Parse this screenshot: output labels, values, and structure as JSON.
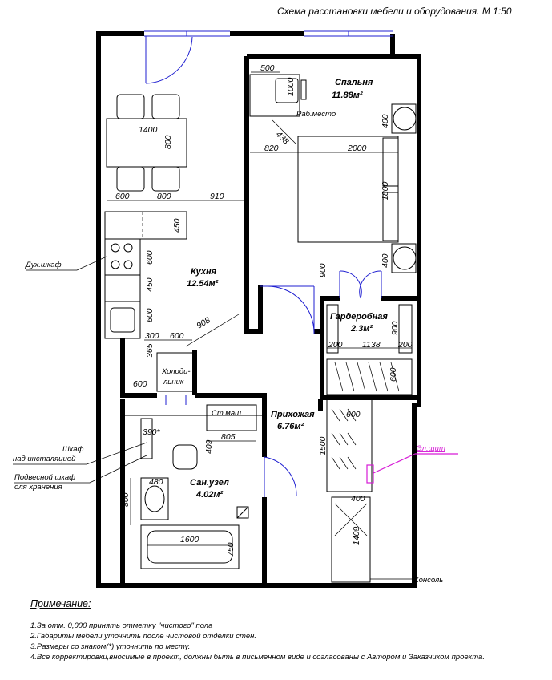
{
  "title": "Схема расстановки мебели и оборудования. М 1:50",
  "rooms": {
    "bedroom": {
      "name": "Спальня",
      "area": "11.88м²"
    },
    "kitchen": {
      "name": "Кухня",
      "area": "12.54м²"
    },
    "wardrobe": {
      "name": "Гардеробная",
      "area": "2.3м²"
    },
    "hallway": {
      "name": "Прихожая",
      "area": "6.76м²"
    },
    "bathroom": {
      "name": "Сан.узел",
      "area": "4.02м²"
    }
  },
  "labels": {
    "oven": "Дух.шкаф",
    "fridge_1": "Холоди-",
    "fridge_2": "льник",
    "workplace": "Раб.место",
    "washer": "Ст.маш",
    "install_cabinet_1": "Шкаф",
    "install_cabinet_2": "над инсталяцией",
    "storage_cabinet_1": "Подвесной шкаф",
    "storage_cabinet_2": "для хранения",
    "panel": "Эл.щит",
    "console": "Консоль"
  },
  "dims": {
    "d500": "500",
    "d1000": "1000",
    "d400a": "400",
    "d438": "438",
    "d1400": "1400",
    "d800a": "800",
    "d820": "820",
    "d2000": "2000",
    "d1800": "1800",
    "d600a": "600",
    "d800b": "800",
    "d910": "910",
    "d450a": "450",
    "d600b": "600",
    "d400b": "400",
    "d900a": "900",
    "d450b": "450",
    "d600c": "600",
    "d908": "908",
    "d900b": "900",
    "d300": "300",
    "d600d": "600",
    "d365": "365",
    "d200a": "200",
    "d1138": "1138",
    "d200b": "200",
    "d600e": "600",
    "d600f": "600",
    "d390": "390*",
    "d409": "409",
    "d805": "805",
    "d600g": "600",
    "d1500": "1500",
    "d480": "480",
    "d400c": "400",
    "d800c": "800",
    "d1409": "1409",
    "d1600": "1600",
    "d750": "750"
  },
  "notes": {
    "heading": "Примечание:",
    "items": [
      "1.За отм. 0,000 принять отметку \"чистого\" пола",
      "2.Габариты мебели уточнить после чистовой отделки стен.",
      "3.Размеры со знаком(*) уточнить по месту.",
      "4.Все корректировки,вносимые в проект, должны быть в письменном виде и согласованы с Автором и Заказчиком проекта."
    ]
  },
  "colors": {
    "wall": "#000000",
    "window_door": "#1f1fd1",
    "panel": "#d61ad6"
  }
}
